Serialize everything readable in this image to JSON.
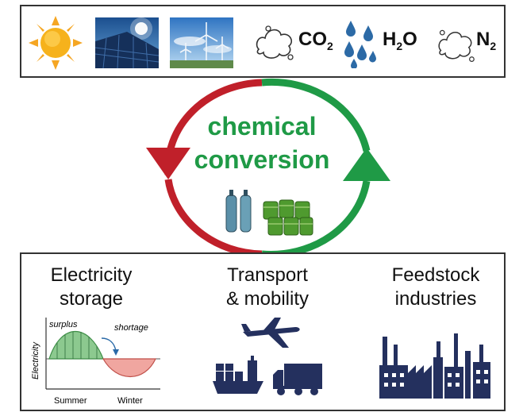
{
  "resources": {
    "items": [
      {
        "name": "sun",
        "kind": "icon"
      },
      {
        "name": "solar-panels",
        "kind": "photo"
      },
      {
        "name": "wind-turbines",
        "kind": "photo"
      }
    ],
    "formulas": [
      {
        "main": "CO",
        "sub": "2"
      },
      {
        "main": "H",
        "sub": "2",
        "tail": "O"
      },
      {
        "main": "N",
        "sub": "2"
      }
    ]
  },
  "center": {
    "line1": "chemical",
    "line2": "conversion",
    "colors": {
      "green": "#1f9a46",
      "red": "#c0202a"
    }
  },
  "applications": [
    {
      "line1": "Electricity",
      "line2": "storage"
    },
    {
      "line1": "Transport",
      "line2": "& mobility"
    },
    {
      "line1": "Feedstock",
      "line2": "industries"
    }
  ],
  "seasonal_chart": {
    "ylabel": "Electricity",
    "surplus_label": "surplus",
    "shortage_label": "shortage",
    "x_labels": [
      "Summer",
      "Winter"
    ]
  }
}
